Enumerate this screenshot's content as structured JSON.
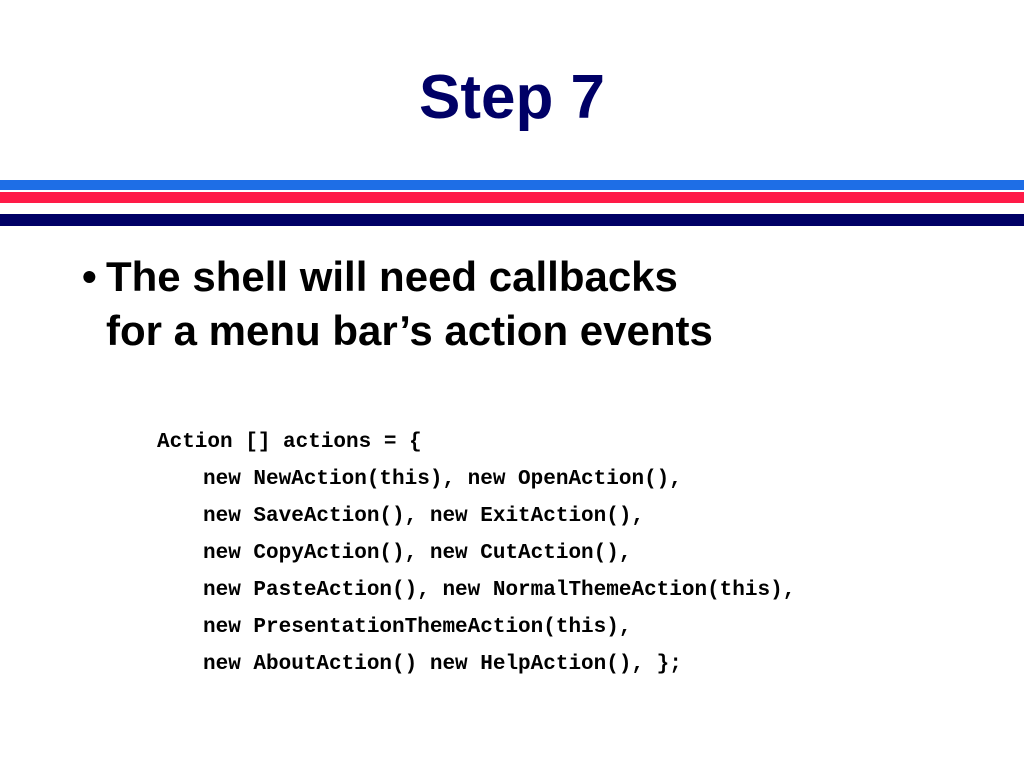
{
  "slide": {
    "title": "Step 7",
    "colors": {
      "title": "#000066",
      "stripe_blue": "#1E6EE6",
      "stripe_red": "#FF1A47",
      "stripe_navy": "#000066"
    },
    "bullet": {
      "mark": "•",
      "lines": [
        "The shell will need callbacks",
        "for a menu bar’s action events"
      ]
    },
    "code": [
      "Action [] actions = {",
      "new NewAction(this), new OpenAction(),",
      "new SaveAction(), new ExitAction(),",
      "new CopyAction(), new CutAction(),",
      "new PasteAction(), new NormalThemeAction(this),",
      "new PresentationThemeAction(this),",
      "new AboutAction() new HelpAction(), };"
    ]
  }
}
